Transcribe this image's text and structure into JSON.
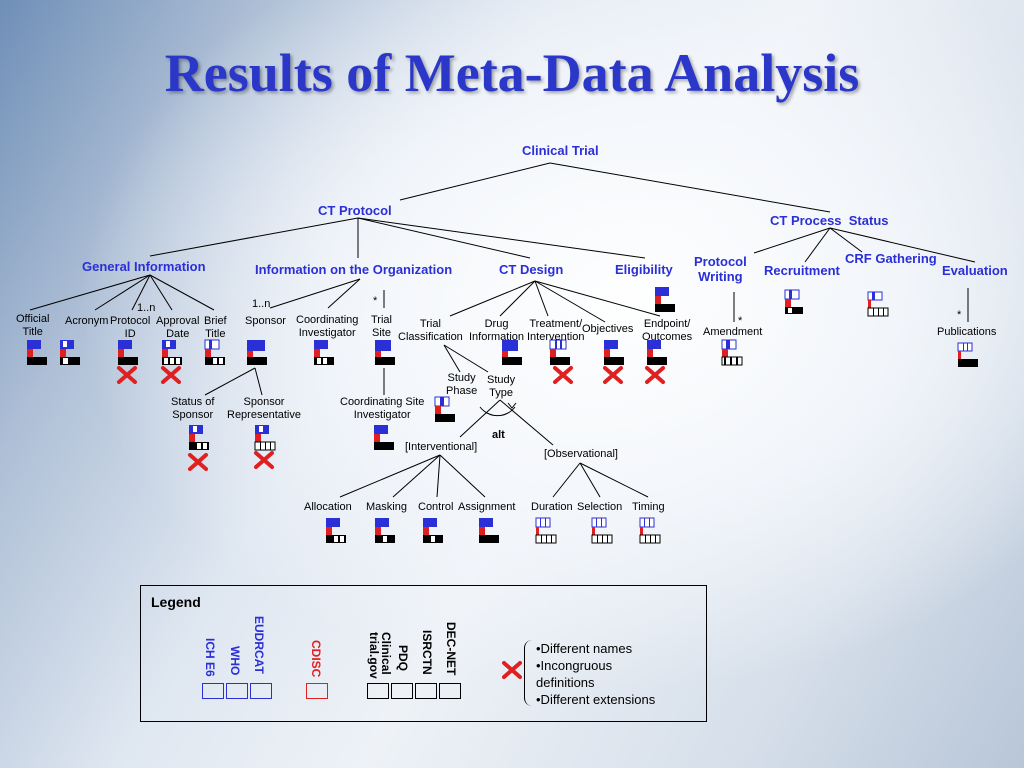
{
  "title": "Results of Meta-Data Analysis",
  "nodes": {
    "clinical_trial": "Clinical Trial",
    "ct_protocol": "CT Protocol",
    "ct_process_status": "CT Process  Status",
    "general_information": "General Information",
    "information_on_org": "Information on the Organization",
    "ct_design": "CT Design",
    "eligibility": "Eligibility",
    "protocol_writing": "Protocol\nWriting",
    "recruitment": "Recruitment",
    "crf_gathering": "CRF Gathering",
    "evaluation": "Evaluation",
    "official_title": "Official\nTitle",
    "acronym": "Acronym",
    "protocol_id": "Protocol\nID",
    "approval_date": "Approval\nDate",
    "brief_title": "Brief\nTitle",
    "sponsor": "Sponsor",
    "coordinating_investigator": "Coordinating\nInvestigator",
    "trial_site": "Trial\nSite",
    "trial_classification": "Trial\nClassification",
    "drug_information": "Drug\nInformation",
    "treatment_intervention": "Treatment/\nIntervention",
    "objectives": "Objectives",
    "endpoint_outcomes": "Endpoint/\nOutcomes",
    "amendment": "Amendment",
    "publications": "Publications",
    "status_of_sponsor": "Status of\nSponsor",
    "sponsor_representative": "Sponsor\nRepresentative",
    "coordinating_site_investigator": "Coordinating Site\nInvestigator",
    "study_phase": "Study\nPhase",
    "study_type": "Study\nType",
    "alt": "alt",
    "interventional": "[Interventional]",
    "observational": "[Observational]",
    "allocation": "Allocation",
    "masking": "Masking",
    "control": "Control",
    "assignment": "Assignment",
    "duration": "Duration",
    "selection": "Selection",
    "timing": "Timing"
  },
  "multiplicities": {
    "acronym_mult": "1..n",
    "sponsor_mult": "1..n",
    "trial_site_mult": "*",
    "amendment_mult": "*",
    "publications_mult": "*"
  },
  "legend": {
    "title": "Legend",
    "blue_group": [
      "ICH E6",
      "WHO",
      "EUDRCAT"
    ],
    "red_group": [
      "CDISC"
    ],
    "black_group": [
      "Clinical\ntrial.gov",
      "PDQ",
      "ISRCTN",
      "DEC-NET"
    ],
    "conflict_items": [
      "•Different names",
      "•Incongruous\ndefinitions",
      "•Different extensions"
    ]
  },
  "colors": {
    "title": "#2b37c8",
    "node_blue": "#2a2fd6",
    "standard_blue": "#2a2fd6",
    "cdisc_red": "#e02020",
    "conflict_red": "#e02020"
  },
  "icons": [
    "coverage-icon",
    "conflict-cross-icon"
  ]
}
